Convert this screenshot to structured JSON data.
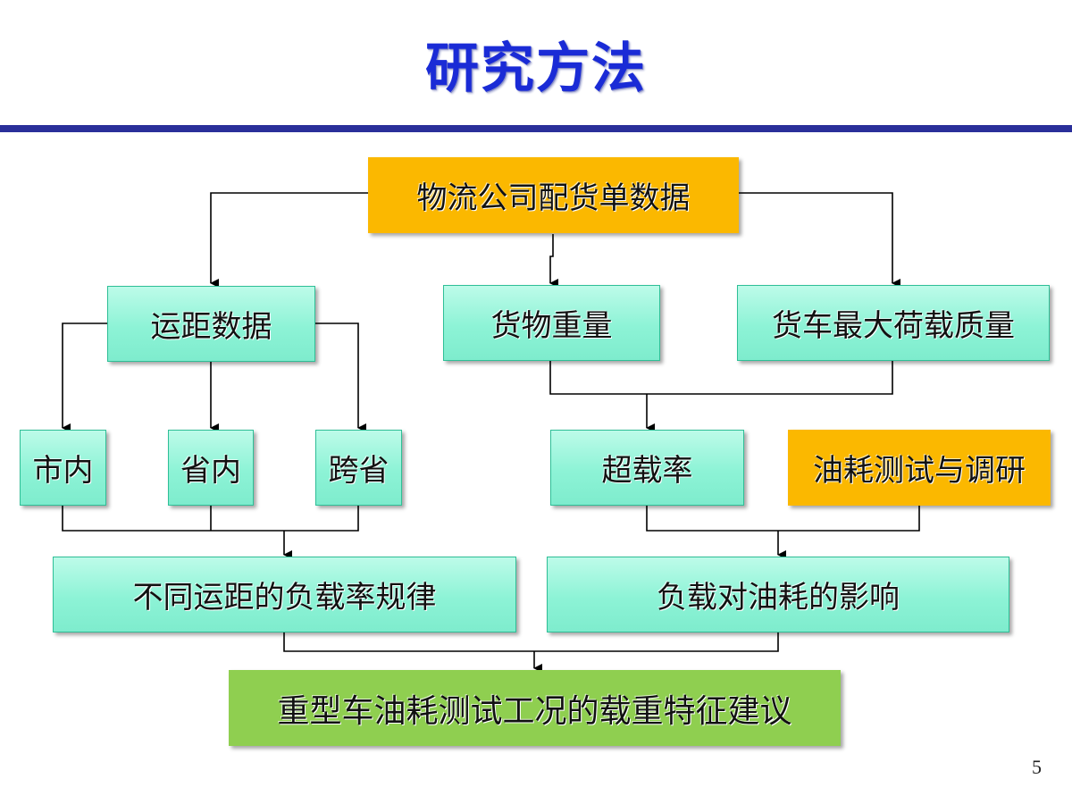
{
  "slide": {
    "title": "研究方法",
    "page_number": "5"
  },
  "nodes": {
    "company_data": "物流公司配货单数据",
    "distance_data": "运距数据",
    "cargo_weight": "货物重量",
    "truck_capacity": "货车最大荷载质量",
    "urban": "市内",
    "provincial": "省内",
    "cross_province": "跨省",
    "overload_rate": "超载率",
    "fuel_test": "油耗测试与调研",
    "load_pattern": "不同运距的负载率规律",
    "load_fuel_effect": "负载对油耗的影响",
    "recommendation": "重型车油耗测试工况的载重特征建议"
  },
  "colors": {
    "title": "#1a2bd6",
    "rule": "#2a2f9a",
    "teal_box": "#8df3d6",
    "orange_box": "#fbb800",
    "green_box": "#8fcf50"
  }
}
